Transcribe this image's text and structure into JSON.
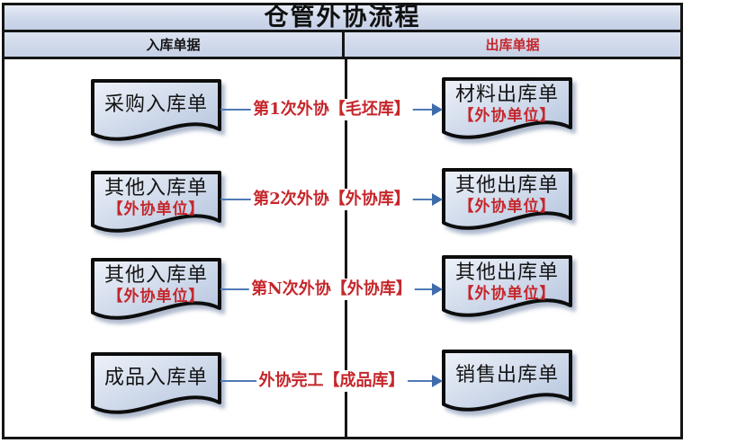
{
  "title": "仓管外协流程",
  "columns": {
    "left": "入库单据",
    "right": "出库单据"
  },
  "colors": {
    "accent_red": "#c5262b",
    "arrow_blue": "#3f6cab",
    "doc_fill_light": "#eef2f9",
    "doc_fill_dark": "#b3c3dd",
    "border_black": "#151515",
    "banner_blue": "#cdd7ea"
  },
  "rows": [
    {
      "in_doc": {
        "title": "采购入库单",
        "subtitle": ""
      },
      "label": "第1次外协【毛坯库】",
      "out_doc": {
        "title": "材料出库单",
        "subtitle": "【外协单位】"
      }
    },
    {
      "in_doc": {
        "title": "其他入库单",
        "subtitle": "【外协单位】"
      },
      "label": "第2次外协【外协库】",
      "out_doc": {
        "title": "其他出库单",
        "subtitle": "【外协单位】"
      }
    },
    {
      "in_doc": {
        "title": "其他入库单",
        "subtitle": "【外协单位】"
      },
      "label": "第N次外协【外协库】",
      "out_doc": {
        "title": "其他出库单",
        "subtitle": "【外协单位】"
      }
    },
    {
      "in_doc": {
        "title": "成品入库单",
        "subtitle": ""
      },
      "label": "外协完工【成品库】",
      "out_doc": {
        "title": "销售出库单",
        "subtitle": ""
      }
    }
  ]
}
